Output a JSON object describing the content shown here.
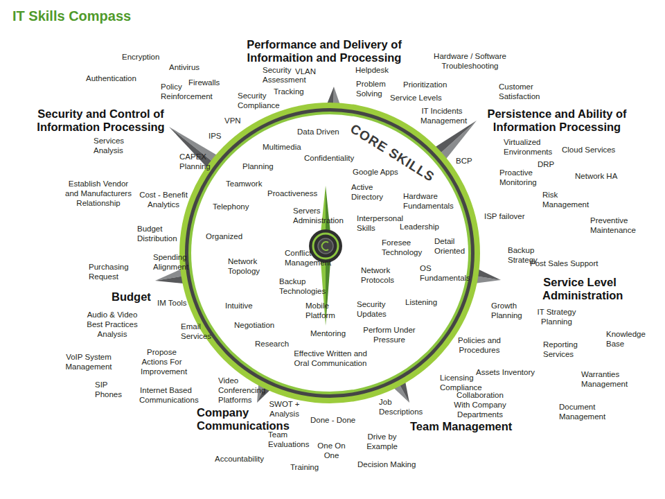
{
  "diagram": {
    "title": "IT Skills Compass",
    "labels": [
      "Performance and Delivery of Informaition and Processing",
      "Encryption",
      "Hardware / Software Troubleshooting",
      "Antivirus",
      "Helpdesk",
      "VLAN",
      "Security Assessment",
      "Authentication",
      "Firewalls",
      "Prioritization",
      "Problem Solving",
      "Policy Reinforcement",
      "Tracking",
      "Customer Satisfaction",
      "Service Levels",
      "Security Compliance",
      "IT Incidents Management",
      "Security and Control of Information Processing",
      "Persistence and Ability of Information Processing",
      "VPN",
      "IPS",
      "Services Analysis",
      "Virtualized Environments",
      "Cloud Services",
      "CAPEX Planning",
      "BCP",
      "DRP",
      "Network HA",
      "Proactive Monitoring",
      "Establish Vendor and Manufacturers Relationship",
      "Cost - Benefit Analytics",
      "Risk Management",
      "ISP failover",
      "Preventive Maintenance",
      "Budget Distribution",
      "Backup Strategy",
      "Spending Alignment",
      "Post Sales Support",
      "Purchasing Request",
      "Service Level Administration",
      "Budget",
      "IM Tools",
      "Growth Planning",
      "IT Strategy Planning",
      "Audio & Video Best Practices Analysis",
      "Email Services",
      "Knowledge Base",
      "Policies and Procedures",
      "Reporting Services",
      "Propose Actions For Improvement",
      "VoIP System Management",
      "Assets Inventory",
      "Warranties Management",
      "Licensing Compliance",
      "Video Conferencing Platforms",
      "SIP Phones",
      "Internet Based Communications",
      "Collaboration With Company Departments",
      "Job Descriptions",
      "SWOT + Analysis",
      "Document Management",
      "Company Communications",
      "Done - Done",
      "Team Management",
      "Team Evaluations",
      "Drive by Example",
      "One On One",
      "Accountability",
      "Decision Making",
      "Training",
      "CORE SKILLS",
      "Data Driven",
      "Multimedia",
      "Confidentiality",
      "Planning",
      "Google Apps",
      "Teamwork",
      "Active Directory",
      "Proactiveness",
      "Hardware Fundamentals",
      "Telephony",
      "Servers Administration",
      "Interpersonal Skills",
      "Leadership",
      "Organized",
      "Foresee Technology",
      "Detail Oriented",
      "Conflict Management",
      "Network Topology",
      "OS Fundamentals",
      "Network Protocols",
      "Backup Technologies",
      "Listening",
      "Intuitive",
      "Security Updates",
      "Mobile Platform",
      "Negotiation",
      "Mentoring",
      "Perform Under Pressure",
      "Research",
      "Effective Written and Oral Communication"
    ]
  }
}
